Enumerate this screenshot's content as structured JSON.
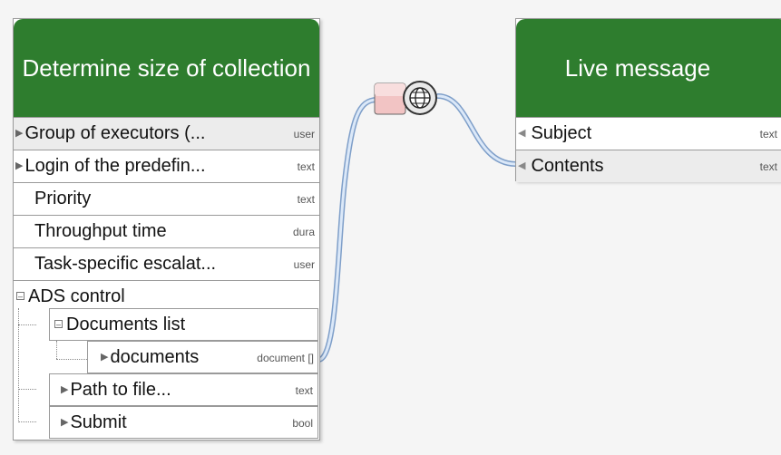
{
  "left_box": {
    "title": "Determine size of collection",
    "rows": [
      {
        "label": "Group of executors (...",
        "type": "user",
        "arrow": true
      },
      {
        "label": "Login of the predefin...",
        "type": "text",
        "arrow": true
      },
      {
        "label": "Priority",
        "type": "text"
      },
      {
        "label": "Throughput time",
        "type": "dura"
      },
      {
        "label": "Task-specific escalat...",
        "type": "user"
      }
    ],
    "ads_control": "ADS control",
    "documents_list": "Documents list",
    "documents": {
      "label": "documents",
      "type": "document []"
    },
    "path_to_file": {
      "label": "Path to file...",
      "type": "text"
    },
    "submit": {
      "label": "Submit",
      "type": "bool"
    }
  },
  "right_box": {
    "title": "Live message",
    "rows": [
      {
        "label": "Subject",
        "type": "text"
      },
      {
        "label": "Contents",
        "type": "text"
      }
    ]
  },
  "colors": {
    "header": "#2e7d2e",
    "connector": "#a9c3e6",
    "connector_node": "#f2c4c4"
  },
  "icons": {
    "expand": "triangle-right-icon",
    "input": "triangle-left-icon",
    "collapse": "minus-box-icon",
    "converter": "globe-converter-icon"
  }
}
